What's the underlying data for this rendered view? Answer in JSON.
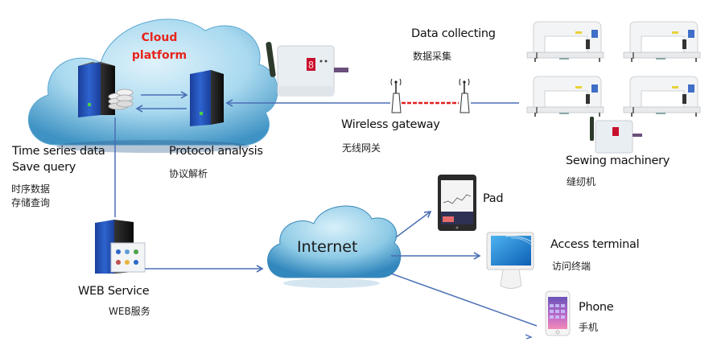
{
  "diagram": {
    "cloud_platform": {
      "title_line1": "Cloud",
      "title_line2": "platform",
      "title_color": "#e8231c"
    },
    "nodes": {
      "time_series": {
        "label_en_line1": "Time series data",
        "label_en_line2": "Save query",
        "label_cn_line1": "时序数据",
        "label_cn_line2": "存储查询",
        "icon": "database-server-icon"
      },
      "protocol_analysis": {
        "label_en": "Protocol  analysis",
        "label_cn": "协议解析",
        "icon": "server-icon"
      },
      "data_collecting": {
        "label_en": "Data collecting",
        "label_cn": "数据采集",
        "icon": "collector-box-icon",
        "display_digit": "8"
      },
      "wireless_gateway": {
        "label_en": "Wireless gateway",
        "label_cn": "无线网关",
        "icon": "antenna-icon"
      },
      "sewing_machinery": {
        "label_en": "Sewing  machinery",
        "label_cn": "缝纫机",
        "icon": "sewing-machine-icon",
        "count": 4
      },
      "web_service": {
        "label_en": "WEB Service",
        "label_cn": "WEB服务",
        "icon": "web-server-icon"
      },
      "internet": {
        "label": "Internet",
        "icon": "cloud-icon"
      },
      "pad": {
        "label_en": "Pad",
        "icon": "tablet-icon"
      },
      "access_terminal": {
        "label_en": "Access terminal",
        "label_cn": "访问终端",
        "icon": "monitor-icon"
      },
      "phone": {
        "label_en": "Phone",
        "label_cn": "手机",
        "icon": "smartphone-icon"
      }
    },
    "colors": {
      "connector": "#4a6fb5",
      "wireless_link": "#e02020",
      "cloud": "#8fcbe6",
      "server_blue": "#1f4fae"
    }
  }
}
